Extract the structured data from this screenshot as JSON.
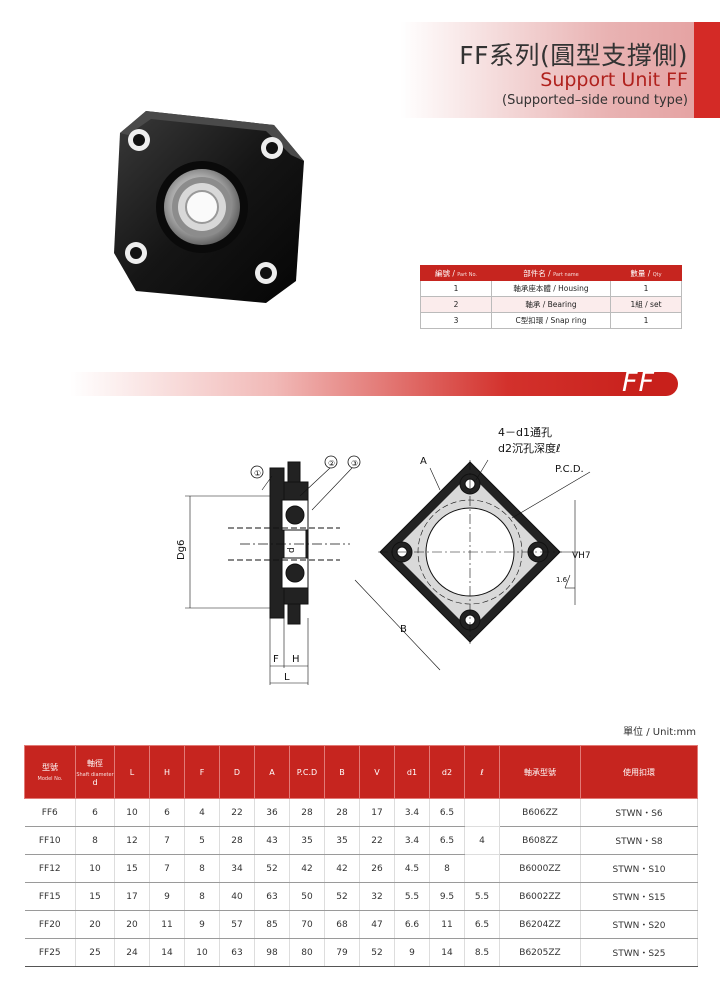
{
  "header": {
    "title_zh": "FF系列(圓型支撐側)",
    "title_en": "Support Unit FF",
    "subtitle": "(Supported–side round type)"
  },
  "parts_table": {
    "headers": [
      {
        "zh": "編號",
        "en": "Part No."
      },
      {
        "zh": "部件名",
        "en": "Part name"
      },
      {
        "zh": "數量",
        "en": "Qty"
      }
    ],
    "rows": [
      {
        "no": "1",
        "name": "軸承座本體 / Housing",
        "qty": "1"
      },
      {
        "no": "2",
        "name": "軸承 / Bearing",
        "qty": "1組 / set"
      },
      {
        "no": "3",
        "name": "C型扣環 / Snap ring",
        "qty": "1"
      }
    ]
  },
  "section_label": "FF",
  "drawing": {
    "callouts": [
      "①",
      "②",
      "③"
    ],
    "hole_label_1": "4－d1通孔",
    "hole_label_2": "d2沉孔深度ℓ",
    "pcd": "P.C.D.",
    "a": "A",
    "b": "B",
    "v": "VH7",
    "d": "Dg6",
    "shaft_d": "d",
    "f": "F",
    "h": "H",
    "l": "L",
    "roughness": "1.6"
  },
  "unit_label": "單位 / Unit:mm",
  "spec_table": {
    "headers": [
      {
        "zh": "型號",
        "en": "Model No."
      },
      {
        "zh": "軸徑",
        "en": "Shaft diameter",
        "sym": "d"
      },
      {
        "zh": "L"
      },
      {
        "zh": "H"
      },
      {
        "zh": "F"
      },
      {
        "zh": "D"
      },
      {
        "zh": "A"
      },
      {
        "zh": "P.C.D"
      },
      {
        "zh": "B"
      },
      {
        "zh": "V"
      },
      {
        "zh": "d1"
      },
      {
        "zh": "d2"
      },
      {
        "zh": "ℓ"
      },
      {
        "zh": "軸承型號"
      },
      {
        "zh": "使用扣環"
      }
    ],
    "rows": [
      {
        "model": "FF6",
        "d": "6",
        "L": "10",
        "H": "6",
        "F": "4",
        "D": "22",
        "A": "36",
        "PCD": "28",
        "B": "28",
        "V": "17",
        "d1": "3.4",
        "d2": "6.5",
        "l": "",
        "bearing": "B606ZZ",
        "ring": "STWN・S6"
      },
      {
        "model": "FF10",
        "d": "8",
        "L": "12",
        "H": "7",
        "F": "5",
        "D": "28",
        "A": "43",
        "PCD": "35",
        "B": "35",
        "V": "22",
        "d1": "3.4",
        "d2": "6.5",
        "l": "4",
        "bearing": "B608ZZ",
        "ring": "STWN・S8"
      },
      {
        "model": "FF12",
        "d": "10",
        "L": "15",
        "H": "7",
        "F": "8",
        "D": "34",
        "A": "52",
        "PCD": "42",
        "B": "42",
        "V": "26",
        "d1": "4.5",
        "d2": "8",
        "l": "",
        "bearing": "B6000ZZ",
        "ring": "STWN・S10"
      },
      {
        "model": "FF15",
        "d": "15",
        "L": "17",
        "H": "9",
        "F": "8",
        "D": "40",
        "A": "63",
        "PCD": "50",
        "B": "52",
        "V": "32",
        "d1": "5.5",
        "d2": "9.5",
        "l": "5.5",
        "bearing": "B6002ZZ",
        "ring": "STWN・S15"
      },
      {
        "model": "FF20",
        "d": "20",
        "L": "20",
        "H": "11",
        "F": "9",
        "D": "57",
        "A": "85",
        "PCD": "70",
        "B": "68",
        "V": "47",
        "d1": "6.6",
        "d2": "11",
        "l": "6.5",
        "bearing": "B6204ZZ",
        "ring": "STWN・S20"
      },
      {
        "model": "FF25",
        "d": "25",
        "L": "24",
        "H": "14",
        "F": "10",
        "D": "63",
        "A": "98",
        "PCD": "80",
        "B": "79",
        "V": "52",
        "d1": "9",
        "d2": "14",
        "l": "8.5",
        "bearing": "B6205ZZ",
        "ring": "STWN・S25"
      }
    ]
  }
}
